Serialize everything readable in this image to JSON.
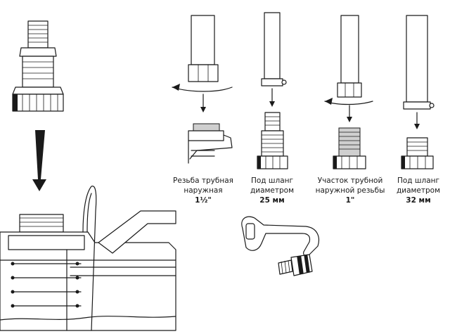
{
  "options": [
    {
      "label": "Резьба трубная наружная",
      "size": "1½\""
    },
    {
      "label": "Под шланг диаметром",
      "size": "25 мм"
    },
    {
      "label": "Участок трубной наружной резьбы",
      "size": "1\""
    },
    {
      "label": "Под шланг диаметром",
      "size": "32 мм"
    }
  ],
  "icons": [
    "threaded-adapter-icon",
    "down-arrow-icon",
    "pump-outlet-icon",
    "adapter-key-icon"
  ]
}
